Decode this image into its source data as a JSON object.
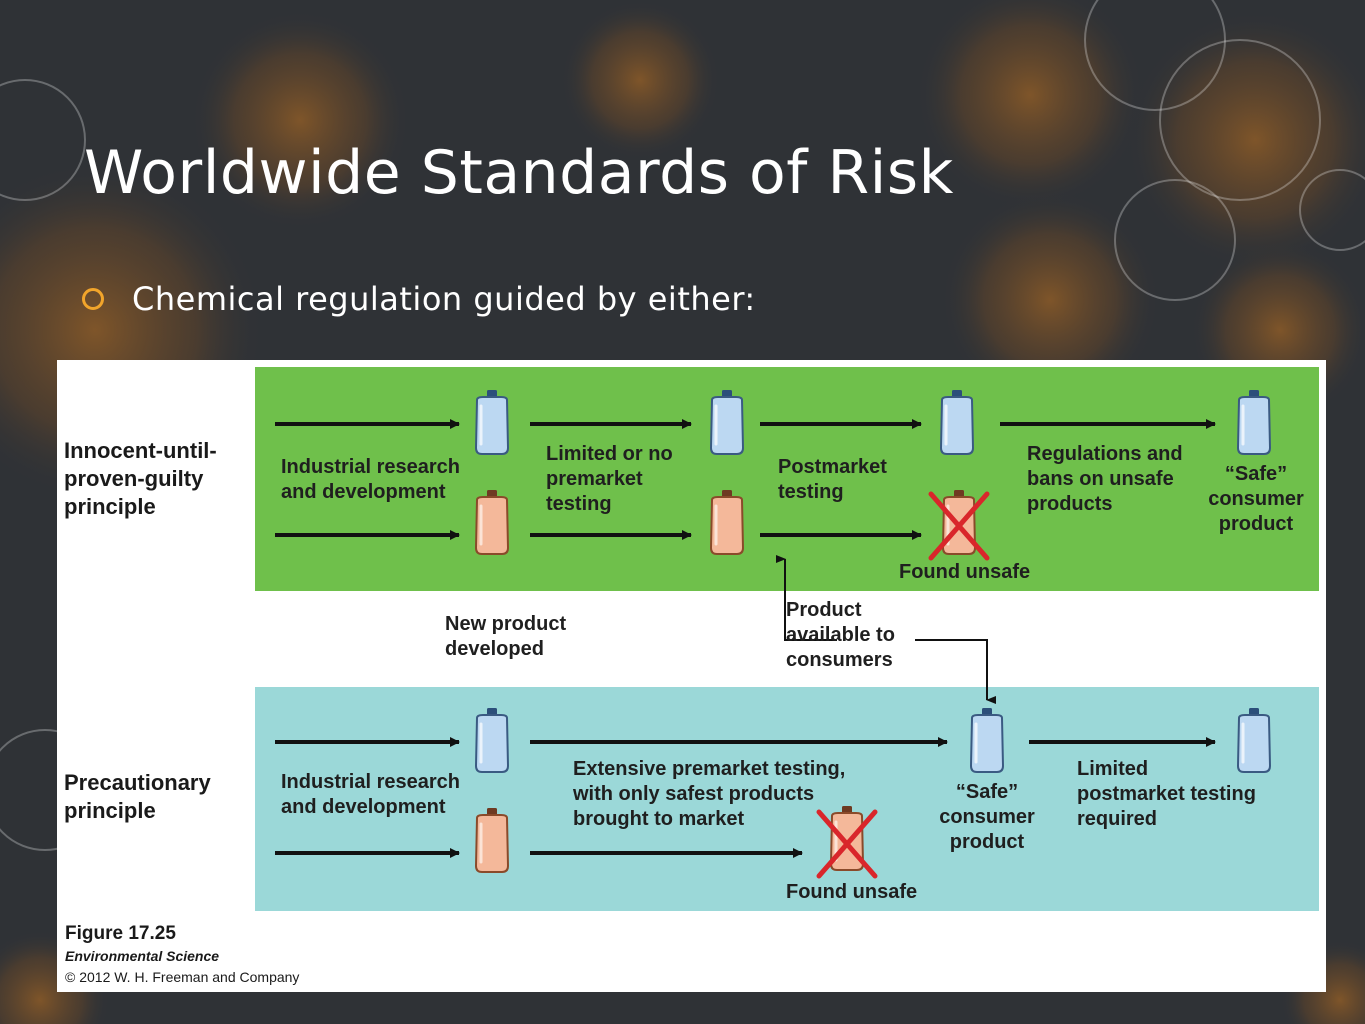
{
  "slide": {
    "title": "Worldwide Standards of Risk",
    "bullet": "Chemical regulation guided by either:"
  },
  "colors": {
    "background": "#2f3236",
    "bokeh": "#c0721f",
    "bullet": "#f2a52b",
    "innocent_band": "#6fc04b",
    "precaution_band": "#9bd8d8",
    "safe_bottle": "#bcd8f2",
    "unsafe_bottle": "#f4b89a",
    "cross": "#d9262b"
  },
  "figure": {
    "innocent": {
      "heading": "Innocent-until-proven-guilty principle",
      "step1": "Industrial research and development",
      "step2": "Limited or no premarket testing",
      "step3": "Postmarket testing",
      "step4": "Regulations and bans on unsafe products",
      "result": "“Safe” consumer product",
      "found_unsafe": "Found unsafe"
    },
    "middle": {
      "new_product": "New product developed",
      "available": "Product available to consumers"
    },
    "precaution": {
      "heading": "Precautionary principle",
      "step1": "Industrial research and development",
      "step2": "Extensive premarket testing, with only safest products brought to market",
      "result": "“Safe” consumer product",
      "step3": "Limited postmarket testing required",
      "found_unsafe": "Found unsafe"
    },
    "caption": {
      "number": "Figure 17.25",
      "book": "Environmental Science",
      "copyright": "© 2012 W. H. Freeman and Company"
    }
  }
}
